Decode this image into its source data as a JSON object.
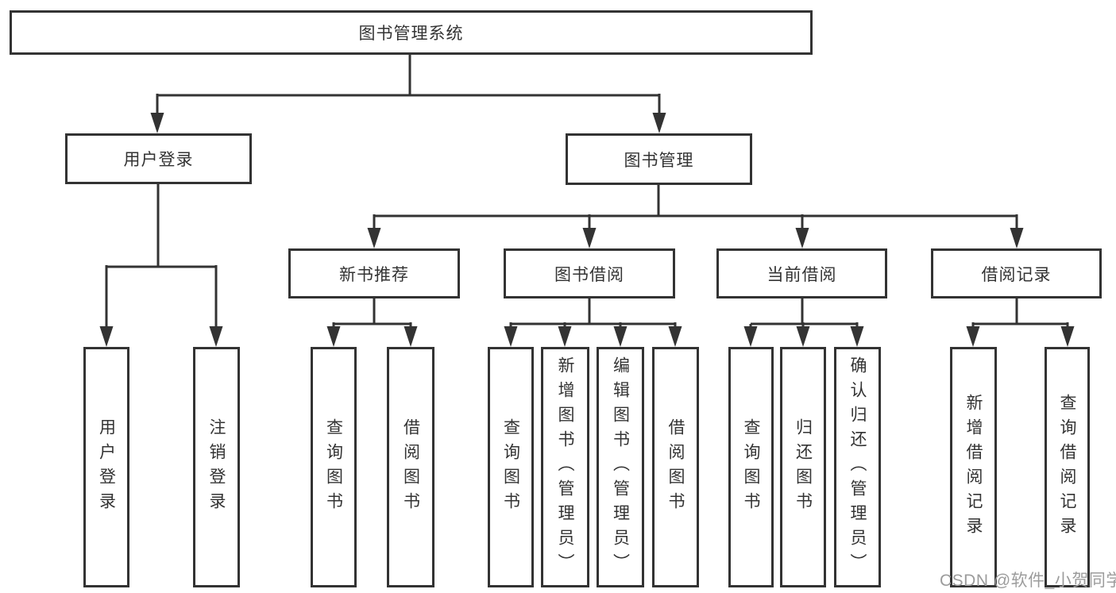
{
  "diagram": {
    "root": {
      "label": "图书管理系统"
    },
    "branches": [
      {
        "label": "用户登录",
        "children": [
          {
            "label": "用户登录"
          },
          {
            "label": "注销登录"
          }
        ]
      },
      {
        "label": "图书管理",
        "children": [
          {
            "label": "新书推荐",
            "children": [
              {
                "label": "查询图书"
              },
              {
                "label": "借阅图书"
              }
            ]
          },
          {
            "label": "图书借阅",
            "children": [
              {
                "label": "查询图书"
              },
              {
                "label": "新增图书（管理员）"
              },
              {
                "label": "编辑图书（管理员）"
              },
              {
                "label": "借阅图书"
              }
            ]
          },
          {
            "label": "当前借阅",
            "children": [
              {
                "label": "查询图书"
              },
              {
                "label": "归还图书"
              },
              {
                "label": "确认归还（管理员）"
              }
            ]
          },
          {
            "label": "借阅记录",
            "children": [
              {
                "label": "新增借阅记录"
              },
              {
                "label": "查询借阅记录"
              }
            ]
          }
        ]
      }
    ],
    "watermark": "CSDN @软件_小贺同学",
    "colors": {
      "line": "#333333",
      "text": "#333333",
      "watermark": "#9c9c9c",
      "background": "#ffffff"
    }
  }
}
